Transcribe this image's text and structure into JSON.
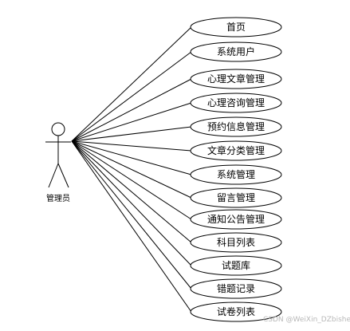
{
  "actor": {
    "label": "管理员"
  },
  "use_cases": [
    {
      "label": "首页"
    },
    {
      "label": "系统用户"
    },
    {
      "label": "心理文章管理"
    },
    {
      "label": "心理咨询管理"
    },
    {
      "label": "预约信息管理"
    },
    {
      "label": "文章分类管理"
    },
    {
      "label": "系统管理"
    },
    {
      "label": "留言管理"
    },
    {
      "label": "通知公告管理"
    },
    {
      "label": "科目列表"
    },
    {
      "label": "试题库"
    },
    {
      "label": "错题记录"
    },
    {
      "label": "试卷列表"
    }
  ],
  "watermark": "CSDN @WeiXin_DZbishe"
}
